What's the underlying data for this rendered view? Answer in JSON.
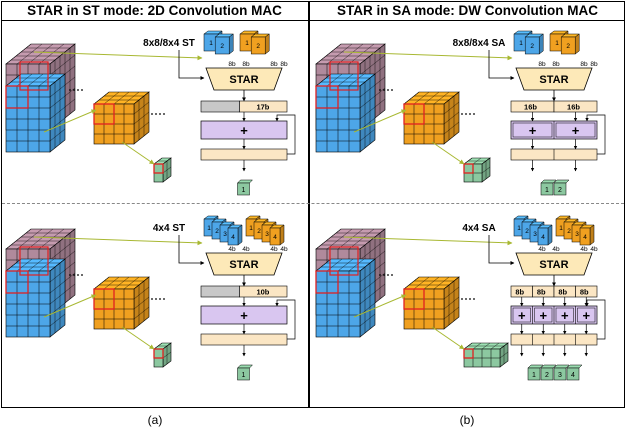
{
  "headers": {
    "left": "STAR in ST mode: 2D Convolution MAC",
    "right": "STAR in SA mode: DW Convolution MAC"
  },
  "captions": [
    "(a)",
    "(b)"
  ],
  "panels": [
    {
      "id": "a-top",
      "mode_label": "8x8/8x4 ST",
      "operand_width": "8b",
      "block": "STAR",
      "register_labels": [
        "17b"
      ],
      "adder_symbol": "+",
      "output_indices": [
        "1"
      ],
      "operand_indices_blue": [
        "1",
        "2"
      ],
      "operand_indices_orange": [
        "1",
        "2"
      ]
    },
    {
      "id": "b-top",
      "mode_label": "8x8/8x4 SA",
      "operand_width": "8b",
      "block": "STAR",
      "register_labels": [
        "16b",
        "16b"
      ],
      "adder_symbol": "+",
      "output_indices": [
        "1",
        "2"
      ],
      "operand_indices_blue": [
        "1",
        "2"
      ],
      "operand_indices_orange": [
        "1",
        "2"
      ]
    },
    {
      "id": "a-bottom",
      "mode_label": "4x4 ST",
      "operand_width": "4b",
      "block": "STAR",
      "register_labels": [
        "10b"
      ],
      "adder_symbol": "+",
      "output_indices": [
        "1"
      ],
      "operand_indices_blue": [
        "1",
        "2",
        "3",
        "4"
      ],
      "operand_indices_orange": [
        "1",
        "2",
        "3",
        "4"
      ]
    },
    {
      "id": "b-bottom",
      "mode_label": "4x4 SA",
      "operand_width": "4b",
      "block": "STAR",
      "register_labels": [
        "8b",
        "8b",
        "8b",
        "8b"
      ],
      "adder_symbol": "+",
      "output_indices": [
        "1",
        "2",
        "3",
        "4"
      ],
      "operand_indices_blue": [
        "1",
        "2",
        "3",
        "4"
      ],
      "operand_indices_orange": [
        "1",
        "2",
        "3",
        "4"
      ]
    }
  ],
  "colors": {
    "input_blue": "#4da6e8",
    "input_mauve": "#b08a9c",
    "weight_orange": "#f0a020",
    "output_green": "#8cc8a0",
    "star_fill": "#fde9b8",
    "adder_fill": "#d9c6f0",
    "register_fill": "#fbe6c4",
    "register_gray": "#c8c8c8",
    "highlight_red": "#e02020",
    "arrow_green": "#a8b832"
  }
}
